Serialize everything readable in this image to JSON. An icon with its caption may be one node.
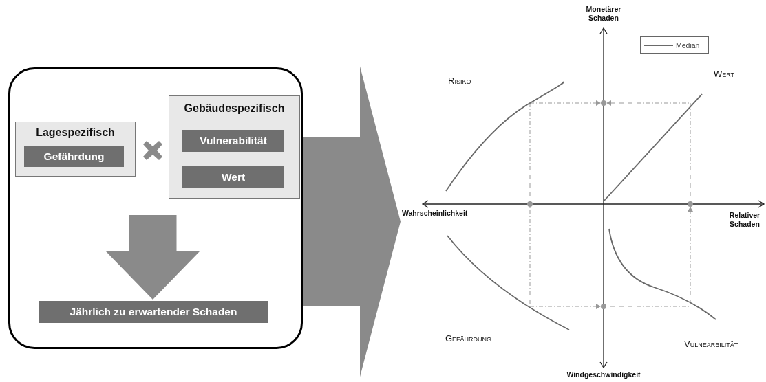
{
  "diagram": {
    "nodes": [
      {
        "text": [],
        "shape": "box"
      },
      {
        "text": [
          "Lagespezifisch"
        ],
        "in": 0
      },
      {
        "text": [
          "Gefährdung"
        ],
        "in": 1
      },
      {
        "text": [
          "Gebäudespezifisch"
        ],
        "in": 0
      },
      {
        "text": [
          "Vulnerabilität"
        ],
        "in": 3
      },
      {
        "text": [
          "Wert"
        ],
        "in": 3
      },
      {
        "text": [
          "Jährlich zu erwartender Schaden"
        ],
        "in": 0
      },
      {
        "text": [],
        "shape": "picture"
      }
    ],
    "edges": [
      {
        "from": null,
        "to": 6,
        "arrow": "to",
        "style": "thick"
      },
      {
        "from": 0,
        "to": 7,
        "arrow": "to",
        "style": "thick"
      }
    ],
    "labels": [
      "Monetärer Schaden",
      "Risiko",
      "Wert",
      "Wahrscheinlichkeit",
      "Relativer Schaden",
      "Gefährdung",
      "Vulnearbilität",
      "Windgeschwindigkeit"
    ],
    "legend": [
      {
        "text": "Median"
      }
    ]
  }
}
